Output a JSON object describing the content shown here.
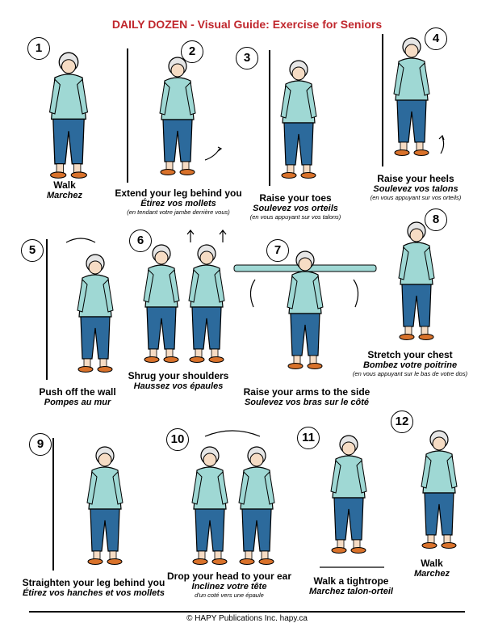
{
  "title": "DAILY DOZEN - Visual Guide: Exercise for Seniors",
  "colors": {
    "title": "#c0272d",
    "shirt": "#9fd8d4",
    "pants": "#2c6a9c",
    "skin": "#f6dcc4",
    "hair": "#e6e6e6",
    "shoe": "#d9722b"
  },
  "exercises": [
    {
      "number": "1",
      "en": "Walk",
      "fr": "Marchez",
      "note": ""
    },
    {
      "number": "2",
      "en": "Extend your leg behind you",
      "fr": "Étirez vos mollets",
      "note": "(en tendant votre jambe derrière vous)"
    },
    {
      "number": "3",
      "en": "Raise your toes",
      "fr": "Soulevez vos orteils",
      "note": "(en vous appuyant sur vos talons)"
    },
    {
      "number": "4",
      "en": "Raise your heels",
      "fr": "Soulevez vos talons",
      "note": "(en vous appuyant sur vos orteils)"
    },
    {
      "number": "5",
      "en": "Push off the wall",
      "fr": "Pompes au mur",
      "note": ""
    },
    {
      "number": "6",
      "en": "Shrug your shoulders",
      "fr": "Haussez vos épaules",
      "note": ""
    },
    {
      "number": "7",
      "en": "Raise your arms to the side",
      "fr": "Soulevez vos bras sur le côté",
      "note": ""
    },
    {
      "number": "8",
      "en": "Stretch your chest",
      "fr": "Bombez votre poitrine",
      "note": "(en vous appuyant sur le bas de votre dos)"
    },
    {
      "number": "9",
      "en": "Straighten your leg behind you",
      "fr": "Étirez vos hanches et vos mollets",
      "note": ""
    },
    {
      "number": "10",
      "en": "Drop your head to your ear",
      "fr": "Inclinez votre tête",
      "note": "d'un coté vers une épaule"
    },
    {
      "number": "11",
      "en": "Walk a tightrope",
      "fr": "Marchez talon-orteil",
      "note": ""
    },
    {
      "number": "12",
      "en": "Walk",
      "fr": "Marchez",
      "note": ""
    }
  ],
  "footer": "© HAPY Publications Inc.  hapy.ca"
}
